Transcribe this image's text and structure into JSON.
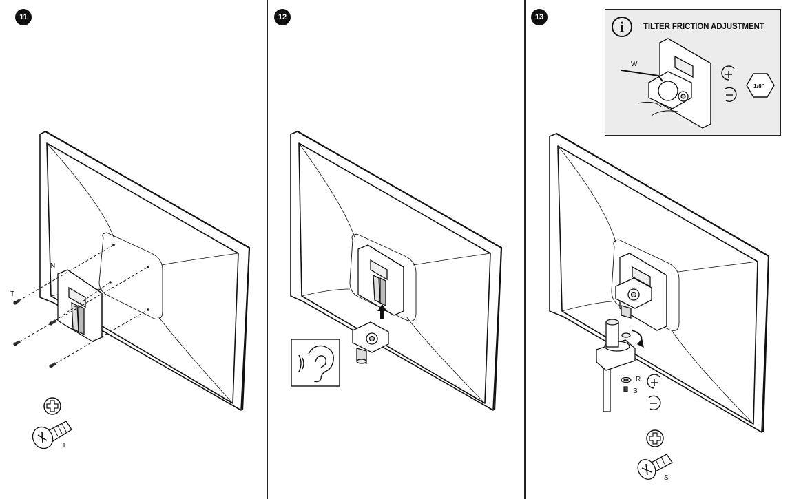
{
  "steps": [
    {
      "number": "11",
      "labels": {
        "n": "N",
        "t": "T",
        "t2": "T"
      }
    },
    {
      "number": "12"
    },
    {
      "number": "13",
      "labels": {
        "r": "R",
        "s": "S",
        "s2": "S"
      }
    }
  ],
  "info": {
    "title": "TILTER FRICTION ADJUSTMENT",
    "w_label": "W",
    "hex_label": "1/8\""
  },
  "icons": [
    "phillips-screwdriver-icon",
    "ear-sound-icon",
    "tighten-rotate-icon",
    "loosen-rotate-icon",
    "info-icon",
    "hex-key-icon"
  ]
}
